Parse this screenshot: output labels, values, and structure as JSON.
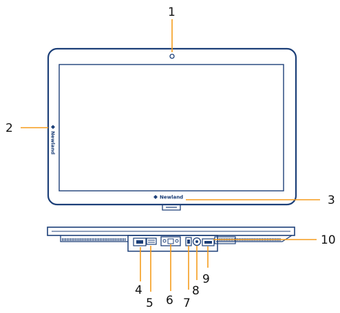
{
  "brand": {
    "name": "Newland"
  },
  "colors": {
    "outline": "#1c3f78",
    "leader": "#f59c1c",
    "text": "#111111"
  },
  "callouts": [
    {
      "id": "c1",
      "label": "1"
    },
    {
      "id": "c2",
      "label": "2"
    },
    {
      "id": "c3",
      "label": "3"
    },
    {
      "id": "c4",
      "label": "4"
    },
    {
      "id": "c5",
      "label": "5"
    },
    {
      "id": "c6",
      "label": "6"
    },
    {
      "id": "c7",
      "label": "7"
    },
    {
      "id": "c8",
      "label": "8"
    },
    {
      "id": "c9",
      "label": "9"
    },
    {
      "id": "c10",
      "label": "10"
    }
  ]
}
